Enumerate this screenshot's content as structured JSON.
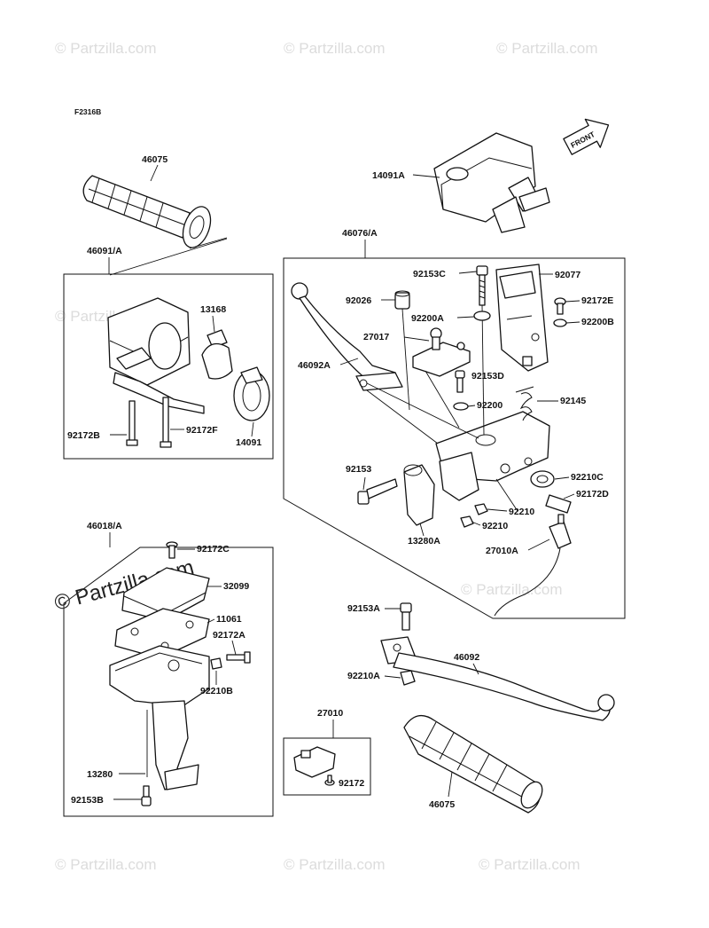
{
  "figure_code": "F2316B",
  "front_label": "FRONT",
  "watermark": "© Partzilla.com",
  "watermark_big": "© Partzilla.com",
  "labels": {
    "l46075_top": "46075",
    "l14091A": "14091A",
    "l46091A": "46091/A",
    "l13168": "13168",
    "l92172B": "92172B",
    "l92172F": "92172F",
    "l14091": "14091",
    "l46076A": "46076/A",
    "l92153C": "92153C",
    "l92077": "92077",
    "l92026": "92026",
    "l92172E": "92172E",
    "l92200A": "92200A",
    "l92200B": "92200B",
    "l27017": "27017",
    "l46092A": "46092A",
    "l92153D": "92153D",
    "l92200": "92200",
    "l92145": "92145",
    "l92153": "92153",
    "l92210C": "92210C",
    "l92172D": "92172D",
    "l92210_1": "92210",
    "l92210_2": "92210",
    "l13280A": "13280A",
    "l27010A": "27010A",
    "l46018A": "46018/A",
    "l92172C": "92172C",
    "l32099": "32099",
    "l11061": "11061",
    "l92172A": "92172A",
    "l92210B": "92210B",
    "l13280": "13280",
    "l92153B": "92153B",
    "l92153A": "92153A",
    "l46092": "46092",
    "l92210A": "92210A",
    "l27010": "27010",
    "l92172": "92172",
    "l46075_bottom": "46075"
  }
}
